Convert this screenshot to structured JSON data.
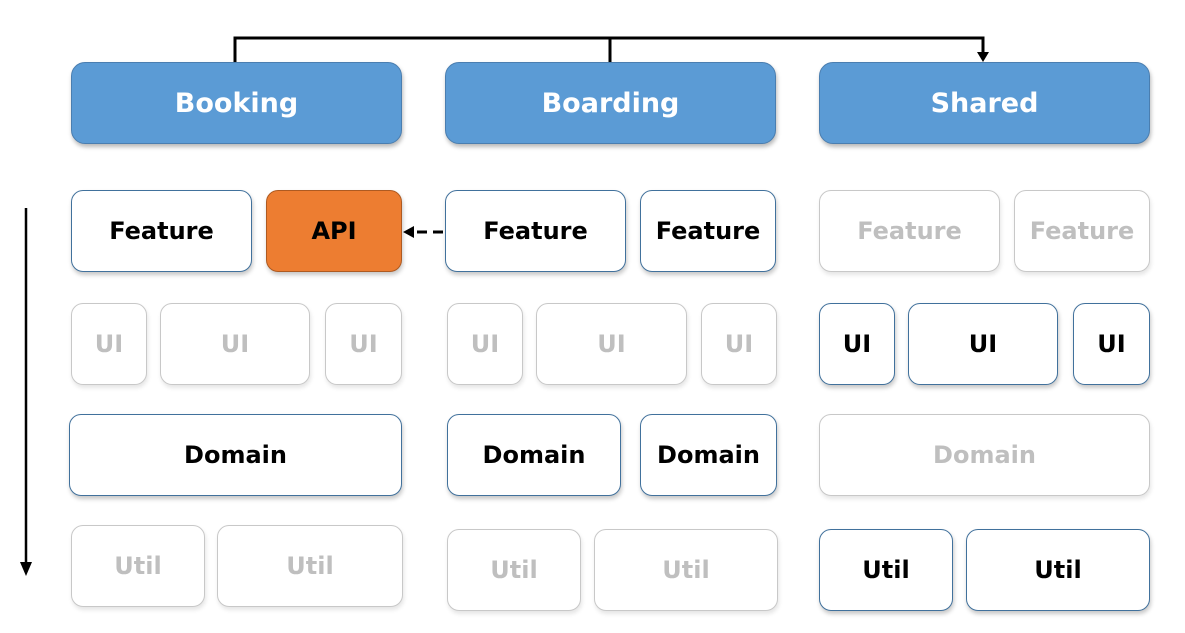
{
  "colors": {
    "header_fill": "#5b9bd5",
    "active_border": "#41719c",
    "inactive_text": "#bfbfbf",
    "api_fill": "#ed7d31"
  },
  "headers": {
    "booking": "Booking",
    "boarding": "Boarding",
    "shared": "Shared"
  },
  "booking": {
    "feature": "Feature",
    "api": "API",
    "ui_1": "UI",
    "ui_2": "UI",
    "ui_3": "UI",
    "domain": "Domain",
    "util_1": "Util",
    "util_2": "Util"
  },
  "boarding": {
    "feature_1": "Feature",
    "feature_2": "Feature",
    "ui_1": "UI",
    "ui_2": "UI",
    "ui_3": "UI",
    "domain_1": "Domain",
    "domain_2": "Domain",
    "util_1": "Util",
    "util_2": "Util"
  },
  "shared": {
    "feature_1": "Feature",
    "feature_2": "Feature",
    "ui_1": "UI",
    "ui_2": "UI",
    "ui_3": "UI",
    "domain": "Domain",
    "util_1": "Util",
    "util_2": "Util"
  }
}
